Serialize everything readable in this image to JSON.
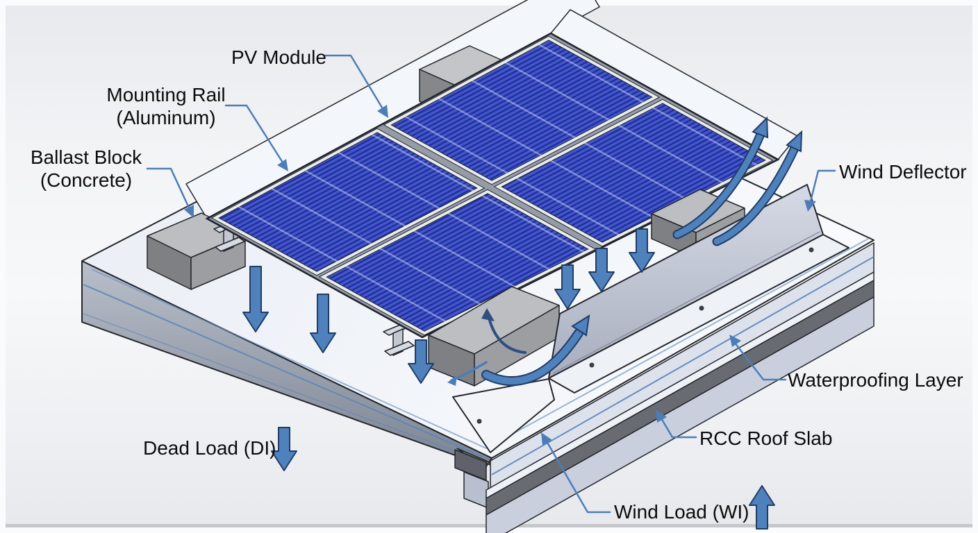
{
  "diagram": {
    "subject": "Ballasted rooftop solar PV mounting system - exploded isometric illustration",
    "labels": {
      "pv_module": "PV Module",
      "mounting_rail_line1": "Mounting Rail",
      "mounting_rail_line2": "(Aluminum)",
      "ballast_block_line1": "Ballast Block",
      "ballast_block_line2": "(Concrete)",
      "wind_deflector": "Wind Deflector",
      "waterproofing_layer": "Waterproofing Layer",
      "rcc_roof_slab": "RCC Roof Slab",
      "dead_load": "Dead Load (DI)",
      "wind_load": "Wind Load (WI)"
    },
    "arrows": {
      "dead_load_direction": "down",
      "wind_load_direction": "up",
      "wind_flow": "curved arrows rising over wind deflector",
      "straight_down_arrow_count": 7,
      "curved_wind_arrow_count": 4
    },
    "colors": {
      "leader_blue": "#4d7db8",
      "arrow_fill": "#4f81bd",
      "arrow_outline": "#1f3c66",
      "pv_panel_blue": "#4456c8",
      "pv_stripe_blue": "#1e2e9e",
      "concrete_gray": "#bcbec1",
      "roof_top_white": "#f2f5fa",
      "waterproofing_dark": "#686b72",
      "rcc_slab_lavender": "#c9cfdd",
      "label_text": "#0b0b0b"
    }
  }
}
